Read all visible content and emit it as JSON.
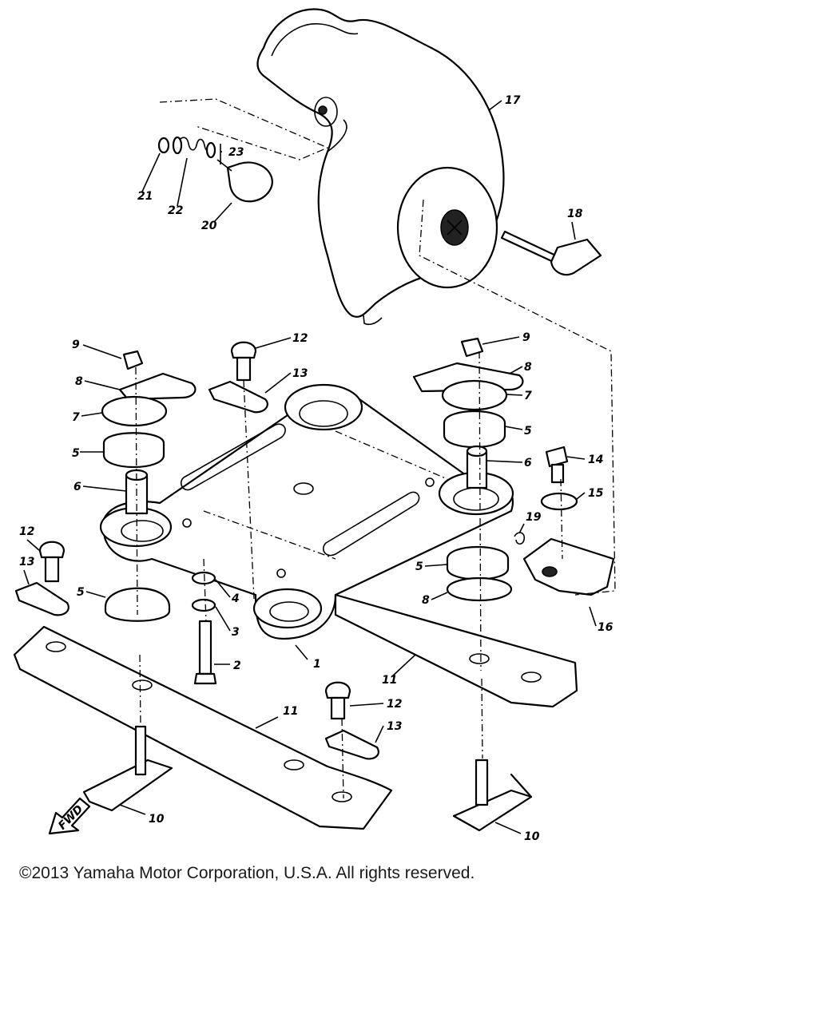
{
  "diagram": {
    "callouts": [
      {
        "n": "1"
      },
      {
        "n": "2"
      },
      {
        "n": "3"
      },
      {
        "n": "4"
      },
      {
        "n": "5"
      },
      {
        "n": "5"
      },
      {
        "n": "5"
      },
      {
        "n": "5"
      },
      {
        "n": "6"
      },
      {
        "n": "6"
      },
      {
        "n": "7"
      },
      {
        "n": "7"
      },
      {
        "n": "8"
      },
      {
        "n": "8"
      },
      {
        "n": "8"
      },
      {
        "n": "9"
      },
      {
        "n": "9"
      },
      {
        "n": "10"
      },
      {
        "n": "10"
      },
      {
        "n": "11"
      },
      {
        "n": "11"
      },
      {
        "n": "12"
      },
      {
        "n": "12"
      },
      {
        "n": "12"
      },
      {
        "n": "13"
      },
      {
        "n": "13"
      },
      {
        "n": "13"
      },
      {
        "n": "14"
      },
      {
        "n": "15"
      },
      {
        "n": "16"
      },
      {
        "n": "17"
      },
      {
        "n": "18"
      },
      {
        "n": "19"
      },
      {
        "n": "20"
      },
      {
        "n": "21"
      },
      {
        "n": "22"
      },
      {
        "n": "23"
      }
    ],
    "fwd_label": "FWD"
  },
  "copyright": "©2013 Yamaha Motor Corporation, U.S.A. All rights reserved."
}
